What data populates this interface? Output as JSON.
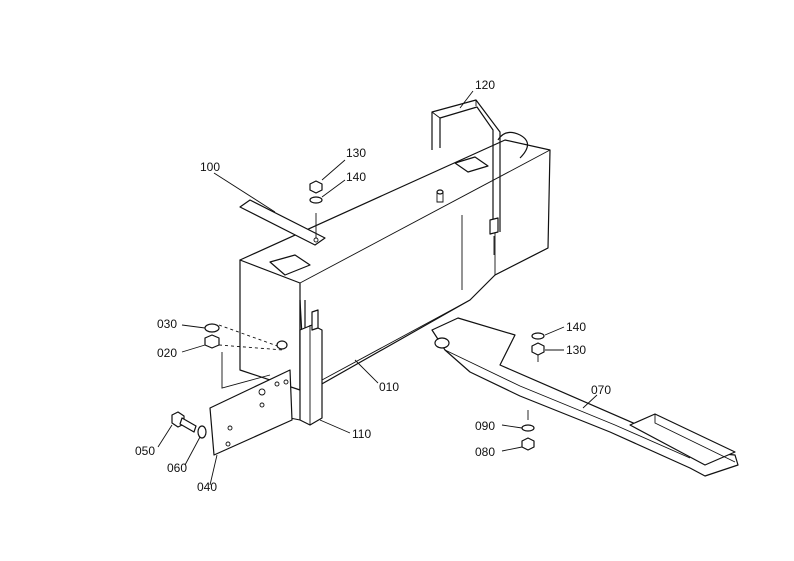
{
  "callouts": {
    "c010": "010",
    "c020": "020",
    "c030": "030",
    "c040": "040",
    "c050": "050",
    "c060": "060",
    "c070": "070",
    "c080": "080",
    "c090": "090",
    "c100": "100",
    "c110": "110",
    "c120": "120",
    "c130a": "130",
    "c140a": "140",
    "c140b": "140",
    "c130b": "130"
  }
}
